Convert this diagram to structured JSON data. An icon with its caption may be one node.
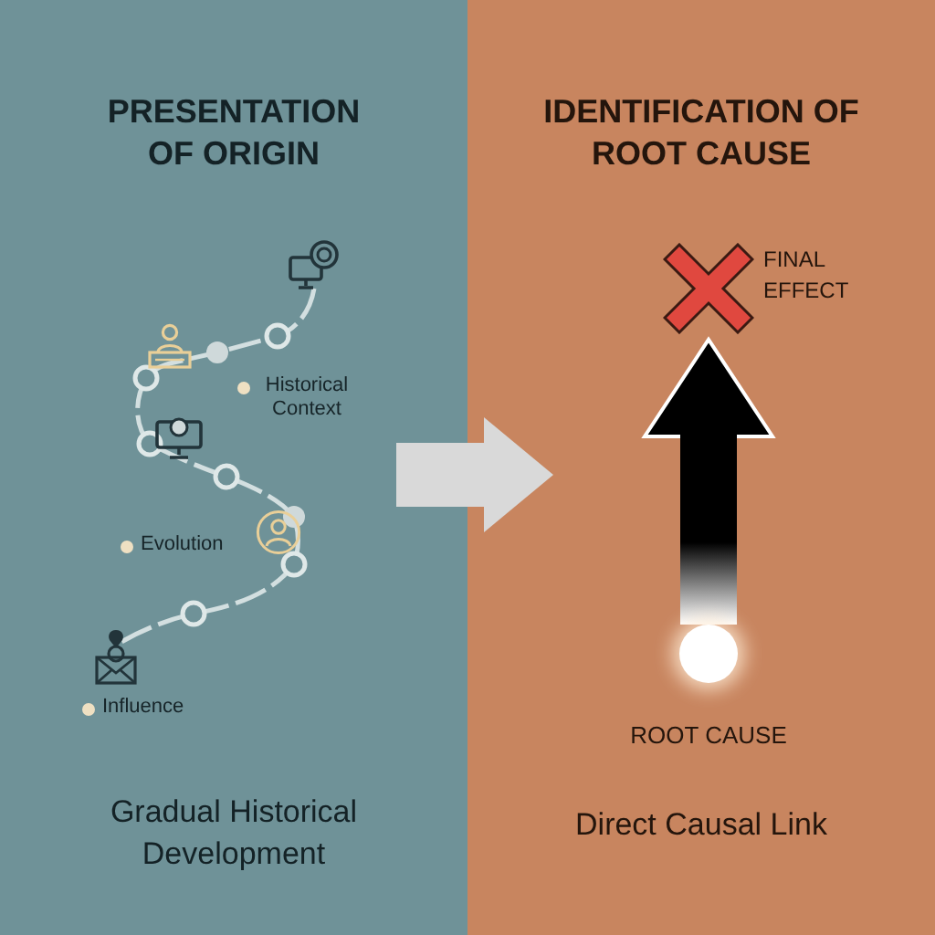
{
  "diagram": {
    "nodes": [
      {
        "text": [
          "PRESENTATION OF ORIGIN",
          "Gradual Historical Development"
        ]
      },
      {
        "text": [
          "IDENTIFICATION OF ROOT CAUSE",
          "Direct Causal Link"
        ]
      },
      {
        "text": [],
        "shape": "cross",
        "in": 1,
        "beside": [
          "FINAL EFFECT"
        ]
      },
      {
        "text": [],
        "shape": "circle",
        "in": 1,
        "beside": [
          "ROOT CAUSE"
        ]
      }
    ],
    "edges": [
      {
        "from": 0,
        "to": 1,
        "arrow": "to",
        "color": "#d9d9d9"
      },
      {
        "from": 3,
        "to": 2,
        "arrow": "to",
        "color": "#000000"
      }
    ],
    "labels": [
      "Historical Context",
      "Evolution",
      "Influence"
    ]
  }
}
